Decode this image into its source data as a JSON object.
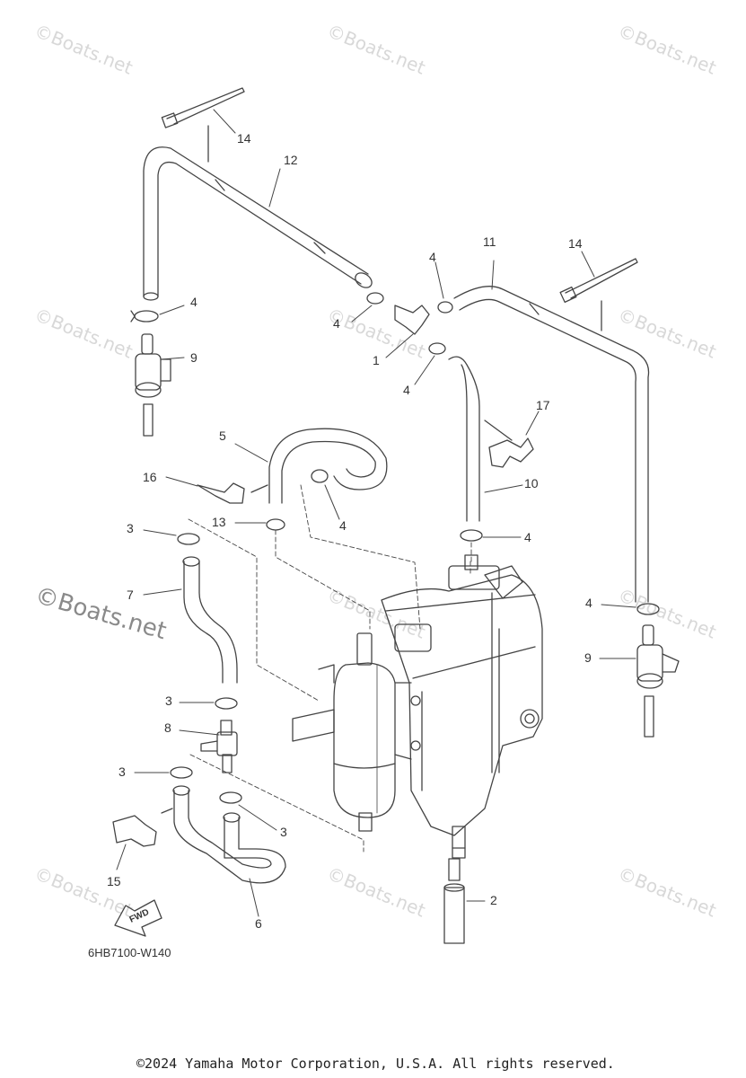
{
  "watermark": "©Boats.net",
  "callouts": {
    "c1": "1",
    "c2": "2",
    "c3a": "3",
    "c3b": "3",
    "c3c": "3",
    "c3d": "3",
    "c4a": "4",
    "c4b": "4",
    "c4c": "4",
    "c4d": "4",
    "c4e": "4",
    "c4f": "4",
    "c4g": "4",
    "c5": "5",
    "c6": "6",
    "c7": "7",
    "c8": "8",
    "c9a": "9",
    "c9b": "9",
    "c10": "10",
    "c11": "11",
    "c12": "12",
    "c13": "13",
    "c14a": "14",
    "c14b": "14",
    "c15": "15",
    "c16": "16",
    "c17": "17"
  },
  "fwd_label": "FWD",
  "diagram_code": "6HB7100-W140",
  "copyright": "©2024 Yamaha Motor Corporation, U.S.A. All rights reserved."
}
